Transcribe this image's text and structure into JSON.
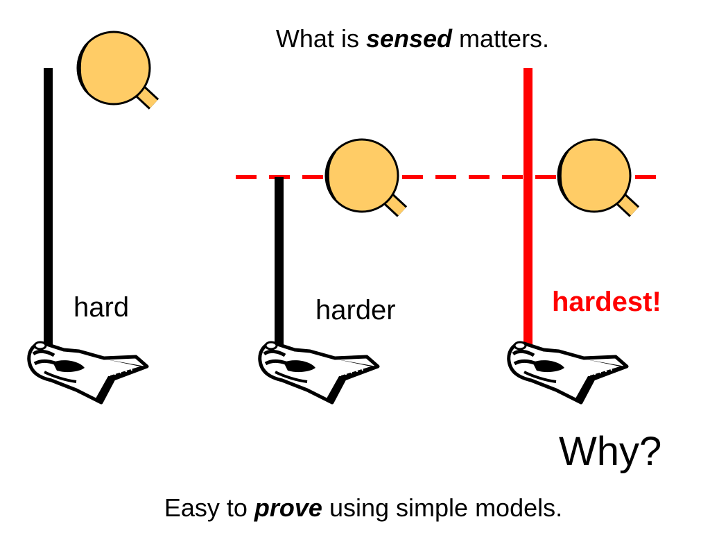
{
  "title": {
    "prefix": "What is ",
    "emphasis": "sensed",
    "suffix": " matters."
  },
  "panels": [
    {
      "label": "hard",
      "pole_color": "#000000",
      "label_color": "#000000"
    },
    {
      "label": "harder",
      "pole_color": "#000000",
      "label_color": "#000000"
    },
    {
      "label": "hardest!",
      "pole_color": "#ff0000",
      "label_color": "#ff0000"
    }
  ],
  "question": "Why?",
  "footer": {
    "prefix": "Easy to ",
    "emphasis": "prove",
    "suffix": " using simple models."
  },
  "colors": {
    "eye_fill": "#ffcc66",
    "dashed_line": "#ff0000",
    "highlight": "#ff0000"
  },
  "icons": [
    "eye-icon",
    "hand-icon"
  ]
}
